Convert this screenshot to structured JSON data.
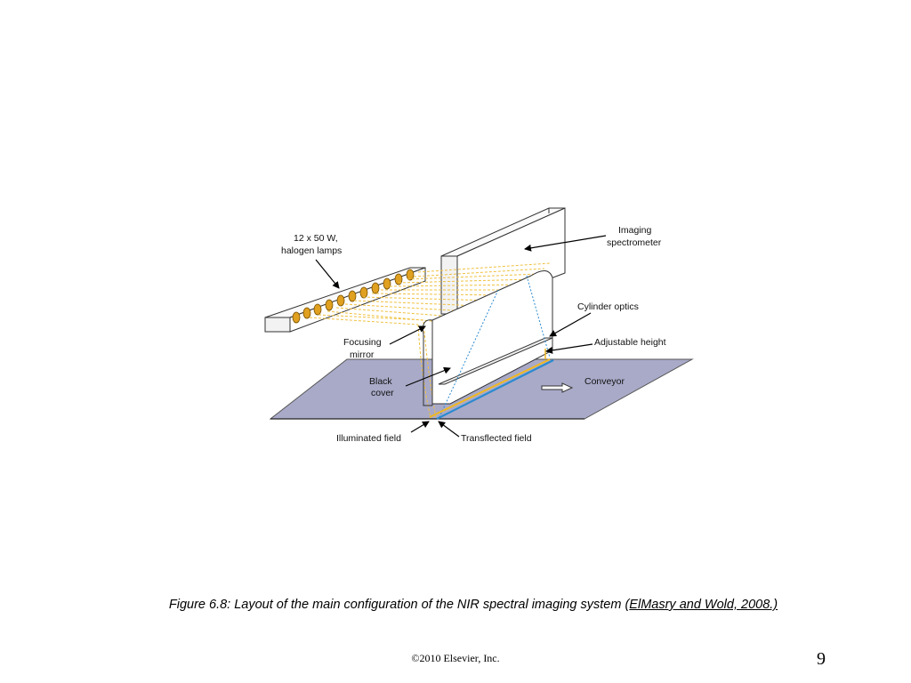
{
  "diagram": {
    "labels": {
      "lamps_line1": "12 x 50 W,",
      "lamps_line2": "halogen lamps",
      "spectrometer_line1": "Imaging",
      "spectrometer_line2": "spectrometer",
      "cylinder_optics": "Cylinder optics",
      "adjustable_height": "Adjustable height",
      "focusing_line1": "Focusing",
      "focusing_line2": "mirror",
      "black_cover_line1": "Black",
      "black_cover_line2": "cover",
      "conveyor": "Conveyor",
      "illuminated_field": "Illuminated field",
      "transflected_field": "Transflected field"
    }
  },
  "caption": {
    "text": "Figure 6.8: Layout of the main configuration of the NIR spectral imaging system (",
    "reference": "ElMasry and Wold, 2008.)"
  },
  "footer": {
    "copyright": "©2010 Elsevier, Inc.",
    "page_number": "9"
  },
  "colors": {
    "conveyor_fill": "#a9aac8",
    "lamp_fill": "#e0a020",
    "light_rays": "#f0c040",
    "transflected_blue": "#2a8ad0"
  }
}
